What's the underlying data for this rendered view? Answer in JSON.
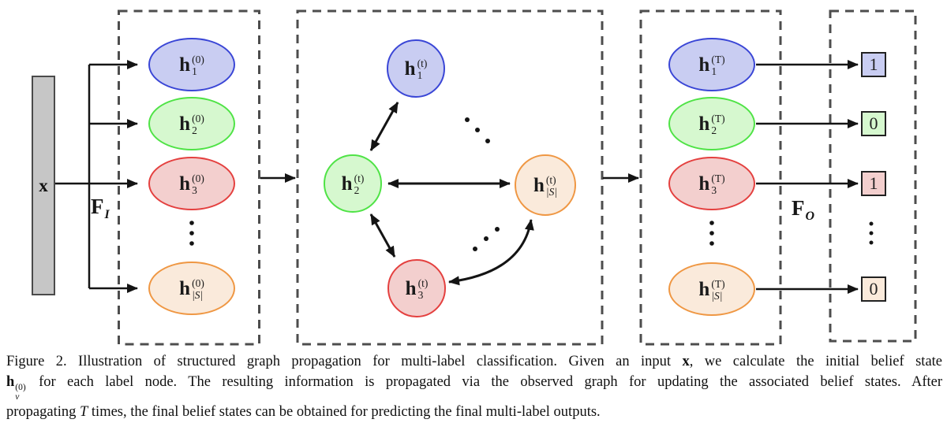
{
  "figure": {
    "input_label": "x",
    "f_input": {
      "base": "F",
      "sub": "I"
    },
    "f_output": {
      "base": "F",
      "sub": "O"
    },
    "initial_nodes": [
      {
        "base": "h",
        "sup": "(0)",
        "sub": "1",
        "color": "blue"
      },
      {
        "base": "h",
        "sup": "(0)",
        "sub": "2",
        "color": "green"
      },
      {
        "base": "h",
        "sup": "(0)",
        "sub": "3",
        "color": "red"
      },
      {
        "base": "h",
        "sup": "(0)",
        "sub": "|S|",
        "color": "orange"
      }
    ],
    "graph_nodes": [
      {
        "base": "h",
        "sup": "(t)",
        "sub": "1",
        "color": "blue"
      },
      {
        "base": "h",
        "sup": "(t)",
        "sub": "2",
        "color": "green"
      },
      {
        "base": "h",
        "sup": "(t)",
        "sub": "3",
        "color": "red"
      },
      {
        "base": "h",
        "sup": "(t)",
        "sub": "|S|",
        "color": "orange"
      }
    ],
    "final_nodes": [
      {
        "base": "h",
        "sup": "(T)",
        "sub": "1",
        "color": "blue"
      },
      {
        "base": "h",
        "sup": "(T)",
        "sub": "2",
        "color": "green"
      },
      {
        "base": "h",
        "sup": "(T)",
        "sub": "3",
        "color": "red"
      },
      {
        "base": "h",
        "sup": "(T)",
        "sub": "|S|",
        "color": "orange"
      }
    ],
    "outputs": [
      {
        "value": "1",
        "color": "blue"
      },
      {
        "value": "0",
        "color": "green"
      },
      {
        "value": "1",
        "color": "red"
      },
      {
        "value": "0",
        "color": "orange"
      }
    ],
    "colors": {
      "blue_border": "#3a46d6",
      "blue_fill": "#c9cdf2",
      "green_border": "#4fe346",
      "green_fill": "#d6f8cf",
      "red_border": "#e4403f",
      "red_fill": "#f3cfce",
      "orange_border": "#ef9743",
      "orange_fill": "#faeadb",
      "input_box_fill": "#c6c6c6",
      "dashed_box": "#4d4d4d",
      "arrow": "#141414"
    }
  },
  "caption": {
    "line1_pre": "Figure 2. Illustration of structured graph propagation for multi-label classification. Given an input ",
    "line1_x": "x",
    "line1_post": ", we calculate the initial belief state",
    "line2_h": "h",
    "line2_sup": "(0)",
    "line2_sub": "v",
    "line2_post": " for each label node. The resulting information is propagated via the observed graph for updating the associated belief states. After",
    "line3_pre": "propagating ",
    "line3_T": "T",
    "line3_post": " times, the final belief states can be obtained for predicting the final multi-label outputs."
  }
}
